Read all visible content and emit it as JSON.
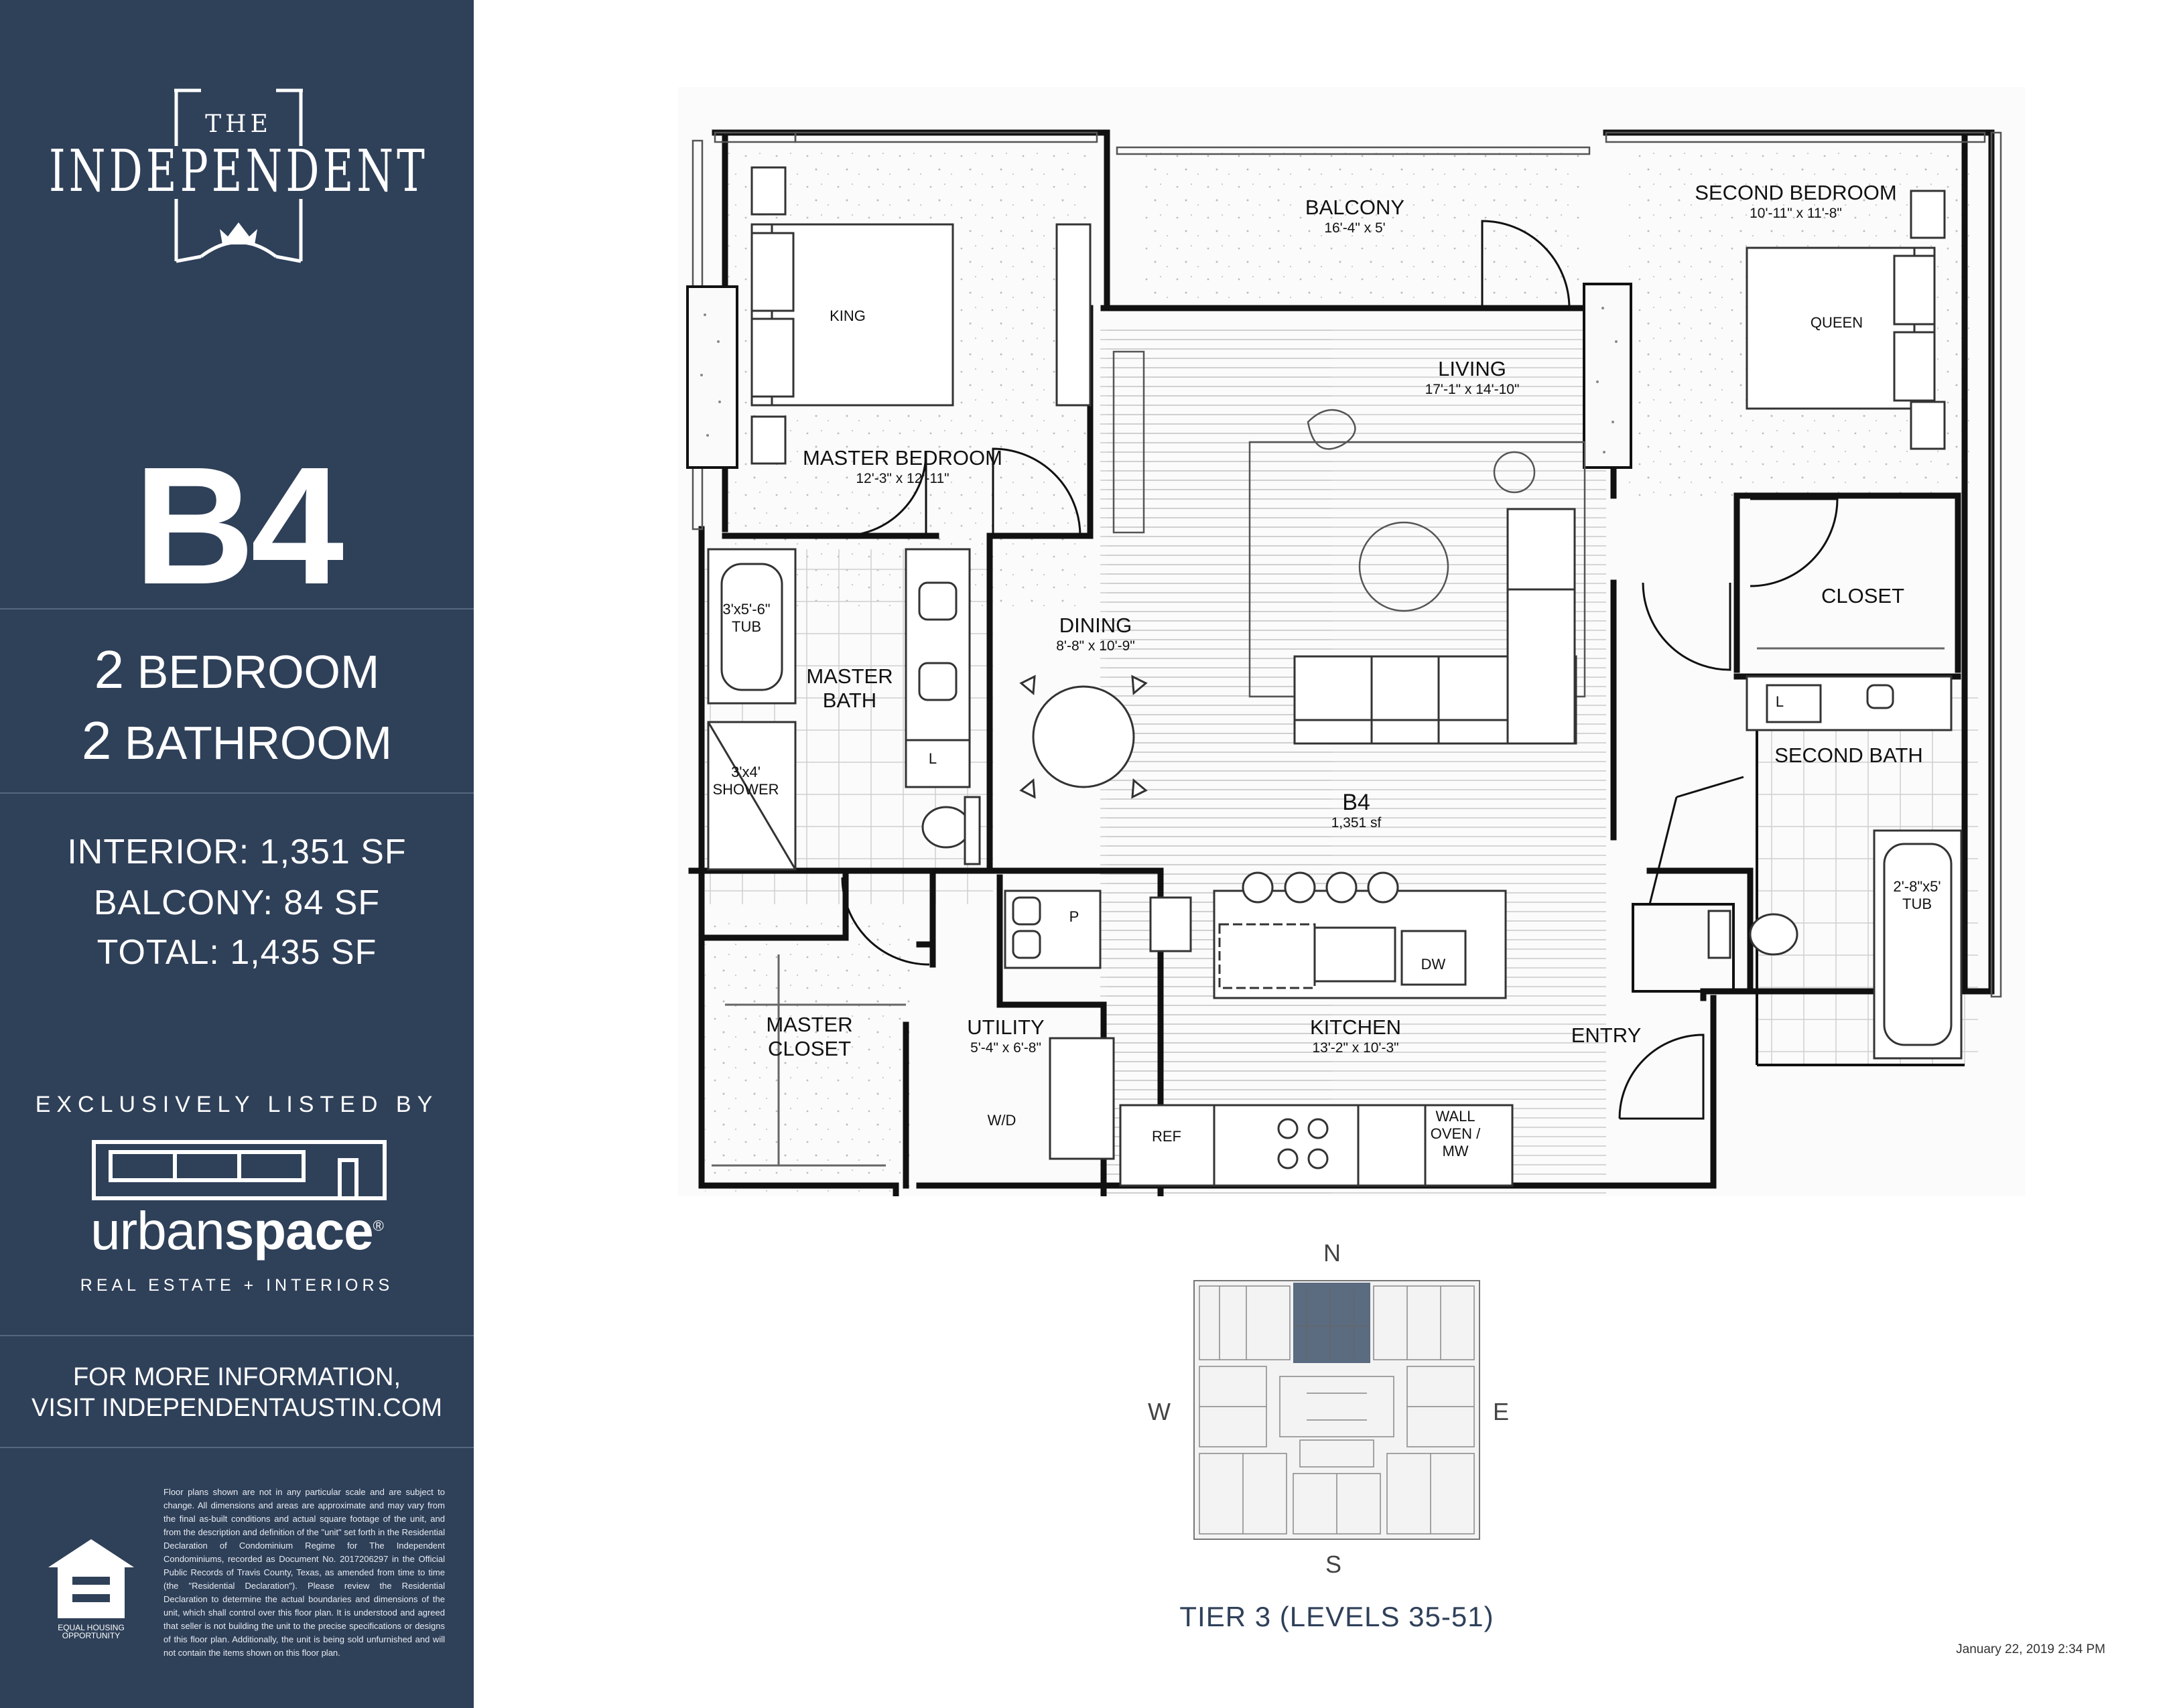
{
  "brand": {
    "the": "THE",
    "name": "INDEPENDENT"
  },
  "unit": {
    "code": "B4",
    "bedrooms_num": "2",
    "bedrooms_label": "BEDROOM",
    "bathrooms_num": "2",
    "bathrooms_label": "BATHROOM"
  },
  "areas": {
    "interior": "INTERIOR:  1,351 SF",
    "balcony": "BALCONY:  84 SF",
    "total": "TOTAL:  1,435 SF"
  },
  "listing": {
    "listed_by": "EXCLUSIVELY LISTED BY",
    "brand_light": "urban",
    "brand_bold": "space",
    "brand_mark": "®",
    "tagline": "REAL ESTATE + INTERIORS"
  },
  "info": {
    "line1": "FOR MORE INFORMATION,",
    "line2": "VISIT INDEPENDENTAUSTIN.COM"
  },
  "disclaimer": "Floor plans shown are not in any particular scale and are subject to change.  All dimensions and areas are approximate and may vary from the final as-built conditions and actual square footage of the unit, and from the description and definition of the \"unit\" set forth in the Residential Declaration of Condominium Regime for The Independent Condominiums, recorded as Document No. 2017206297 in the Official Public Records of Travis County, Texas, as amended from time to time (the \"Residential Declaration\"). Please review the Residential Declaration to determine the actual boundaries and dimensions of the unit, which shall control over this floor plan.  It is understood and agreed that seller is not building the unit to the precise specifications or designs of this floor plan.  Additionally, the unit is being sold unfurnished and will not contain the items shown on this floor plan.",
  "eho": {
    "line1": "EQUAL HOUSING",
    "line2": "OPPORTUNITY"
  },
  "rooms": {
    "balcony": {
      "name": "BALCONY",
      "dim": "16'-4\" x 5'"
    },
    "second_bedroom": {
      "name": "SECOND BEDROOM",
      "dim": "10'-11\" x 11'-8\""
    },
    "living": {
      "name": "LIVING",
      "dim": "17'-1\" x 14'-10\""
    },
    "master_bedroom": {
      "name": "MASTER BEDROOM",
      "dim": "12'-3\" x 12'-11\""
    },
    "dining": {
      "name": "DINING",
      "dim": "8'-8\" x 10'-9\""
    },
    "closet": {
      "name": "CLOSET"
    },
    "master_bath": {
      "name1": "MASTER",
      "name2": "BATH"
    },
    "second_bath": {
      "name": "SECOND BATH"
    },
    "unit_center": {
      "name": "B4",
      "dim": "1,351 sf"
    },
    "master_closet": {
      "name1": "MASTER",
      "name2": "CLOSET"
    },
    "utility": {
      "name": "UTILITY",
      "dim": "5'-4\" x 6'-8\""
    },
    "kitchen": {
      "name": "KITCHEN",
      "dim": "13'-2\" x 10'-3\""
    },
    "entry": {
      "name": "ENTRY"
    }
  },
  "fixtures": {
    "king": "KING",
    "queen": "QUEEN",
    "tub_master": "3'x5'-6\"\nTUB",
    "shower": "3'x4'\nSHOWER",
    "l_master": "L",
    "l_second": "L",
    "pantry": "P",
    "dw": "DW",
    "tub_second": "2'-8\"x5'\nTUB",
    "wd": "W/D",
    "ref": "REF",
    "wall_oven": "WALL\nOVEN /\nMW"
  },
  "keyplan": {
    "north": "N",
    "south": "S",
    "west": "W",
    "east": "E",
    "tier_label": "TIER 3 (LEVELS 35-51)"
  },
  "timestamp": "January 22, 2019 2:34 PM",
  "colors": {
    "sidebar": "#2f4059",
    "highlight": "#5b6b80"
  }
}
